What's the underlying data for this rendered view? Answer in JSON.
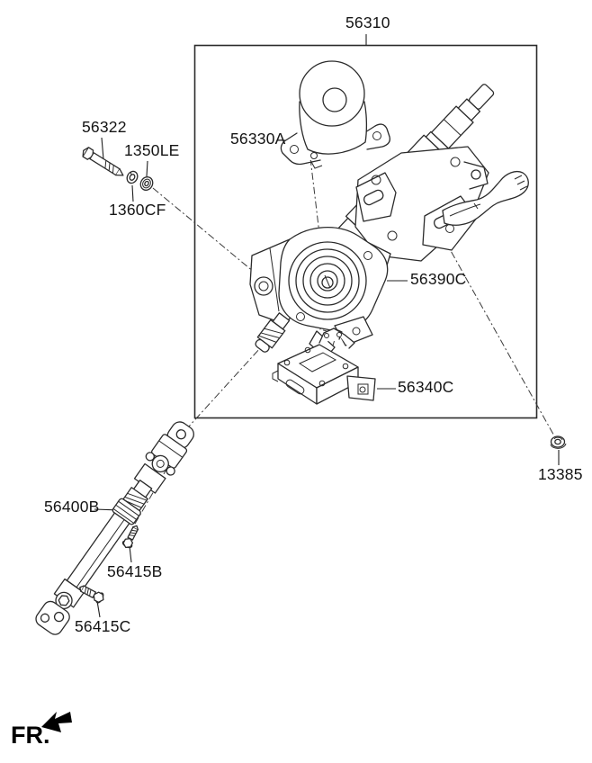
{
  "canvas": {
    "background": "#ffffff",
    "line_color": "#2b2b2b",
    "label_color": "#141414"
  },
  "diagram": {
    "fr_label": "FR.",
    "callouts": {
      "c56310": "56310",
      "c56322": "56322",
      "c1350LE": "1350LE",
      "c1360CF": "1360CF",
      "c56330A": "56330A",
      "c56390C": "56390C",
      "c56340C": "56340C",
      "c13385": "13385",
      "c56400B": "56400B",
      "c56415B": "56415B",
      "c56415C": "56415C"
    }
  }
}
